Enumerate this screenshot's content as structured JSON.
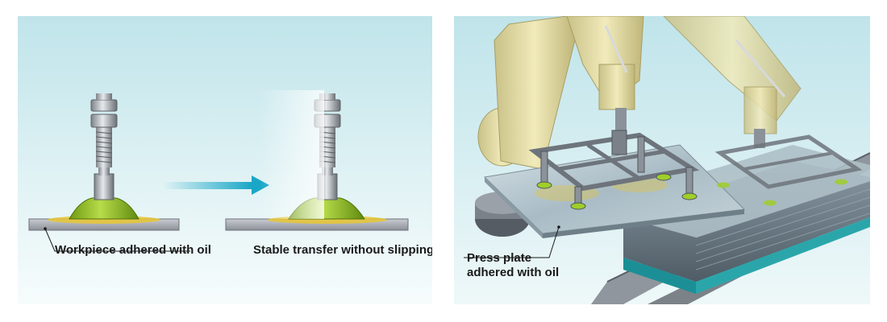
{
  "left_panel": {
    "caption_oil": "Workpiece adhered with oil",
    "caption_stable": "Stable transfer without slipping"
  },
  "right_panel": {
    "caption_line1": "Press plate",
    "caption_line2": "adhered with oil"
  },
  "colors": {
    "bg_top": "#bfe5ea",
    "bg_bottom": "#f4fbfc",
    "pad_green": "#8fbe1f",
    "arrow_cyan": "#1aa7c7",
    "robot_yellow": "#ece5ae",
    "frame_gray": "#6e747c"
  }
}
